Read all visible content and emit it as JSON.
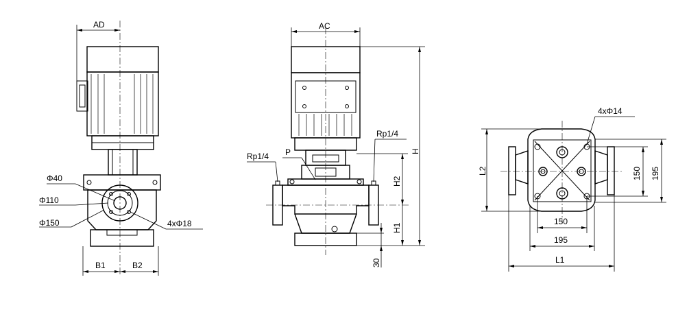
{
  "left_view": {
    "ad": "AD",
    "phi40": "Φ40",
    "phi110": "Φ110",
    "phi150": "Φ150",
    "holes": "4xΦ18",
    "b1": "B1",
    "b2": "B2"
  },
  "middle_view": {
    "ac": "AC",
    "rp_left": "Rp1/4",
    "rp_right": "Rp1/4",
    "p": "P",
    "h": "H",
    "h1": "H1",
    "h2": "H2",
    "d30": "30"
  },
  "right_view": {
    "holes": "4xΦ14",
    "l1": "L1",
    "l2": "L2",
    "d150_h": "150",
    "d195_h": "195",
    "d150_v": "150",
    "d195_v": "195"
  }
}
